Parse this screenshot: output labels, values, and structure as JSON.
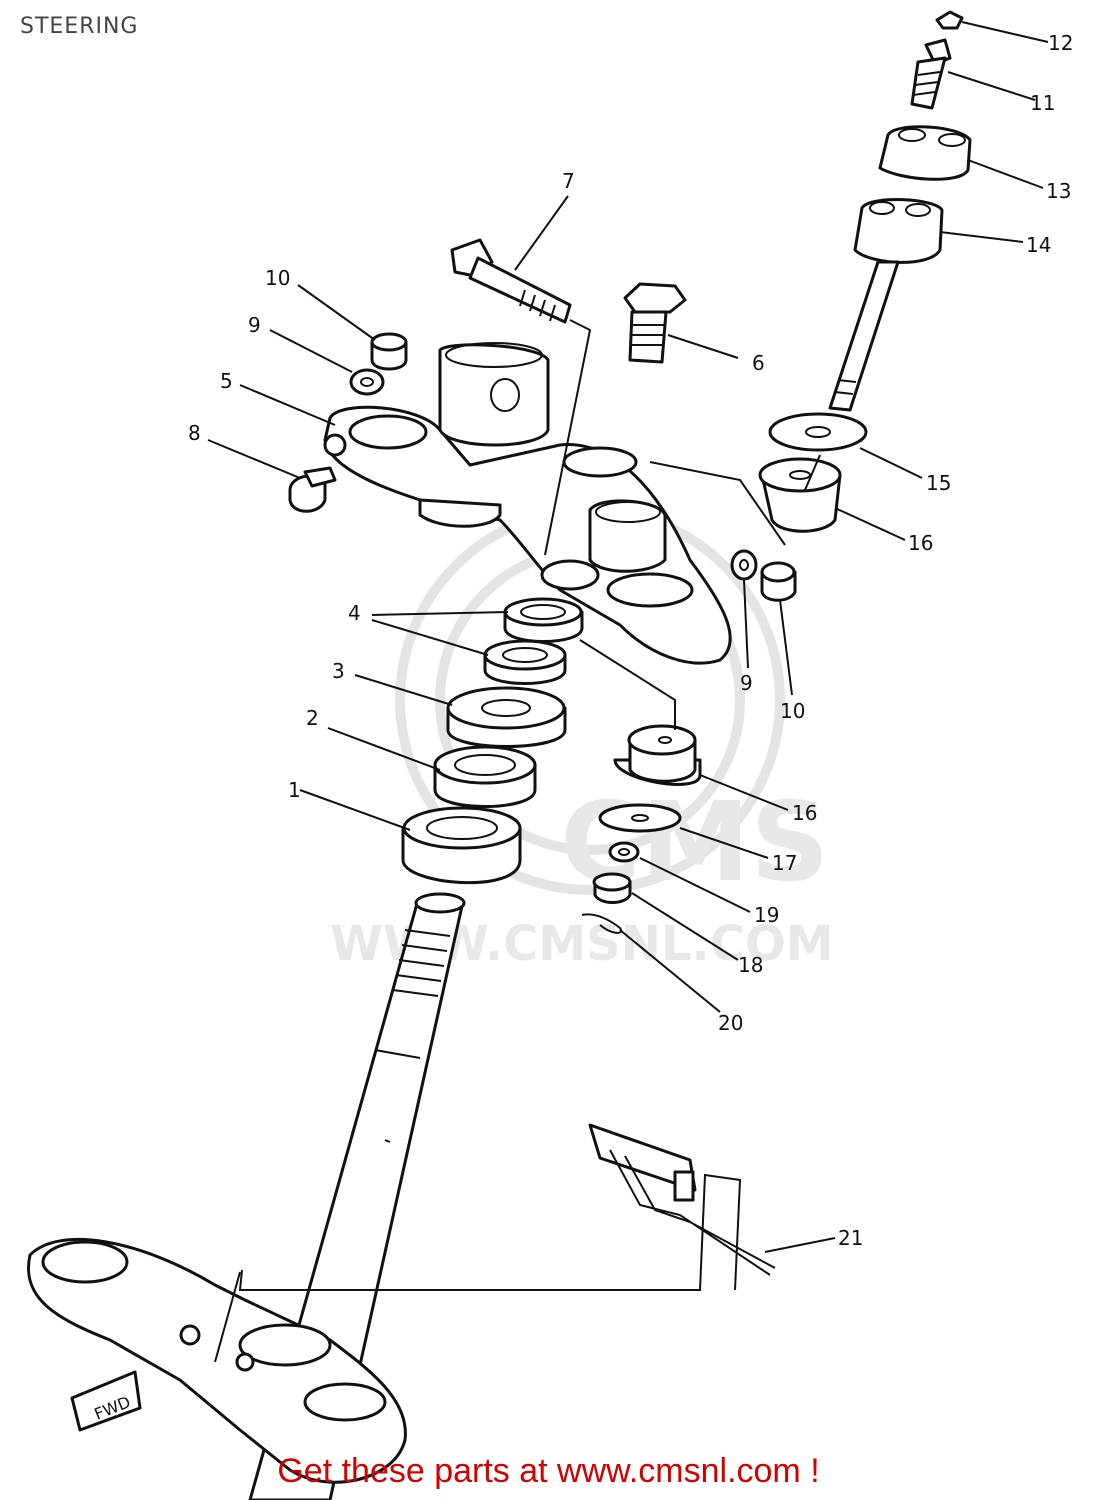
{
  "title": "STEERING",
  "footer": "Get these parts at www.cmsnl.com !",
  "watermark": {
    "logo": "CMS",
    "url": "WWW.CMSNL.COM"
  },
  "fwd_tag": "FWD",
  "colors": {
    "footer": "#d40000",
    "ink": "#111111",
    "watermark": "#e4e4e4"
  },
  "callouts": [
    {
      "id": "1",
      "text": "1"
    },
    {
      "id": "2",
      "text": "2"
    },
    {
      "id": "3",
      "text": "3"
    },
    {
      "id": "4",
      "text": "4"
    },
    {
      "id": "5",
      "text": "5"
    },
    {
      "id": "6",
      "text": "6"
    },
    {
      "id": "7",
      "text": "7"
    },
    {
      "id": "8",
      "text": "8"
    },
    {
      "id": "9a",
      "text": "9"
    },
    {
      "id": "10a",
      "text": "10"
    },
    {
      "id": "9b",
      "text": "9"
    },
    {
      "id": "10b",
      "text": "10"
    },
    {
      "id": "11",
      "text": "11"
    },
    {
      "id": "12",
      "text": "12"
    },
    {
      "id": "13",
      "text": "13"
    },
    {
      "id": "14",
      "text": "14"
    },
    {
      "id": "15",
      "text": "15"
    },
    {
      "id": "16a",
      "text": "16"
    },
    {
      "id": "16b",
      "text": "16"
    },
    {
      "id": "17",
      "text": "17"
    },
    {
      "id": "18",
      "text": "18"
    },
    {
      "id": "19",
      "text": "19"
    },
    {
      "id": "20",
      "text": "20"
    },
    {
      "id": "21",
      "text": "21"
    }
  ]
}
